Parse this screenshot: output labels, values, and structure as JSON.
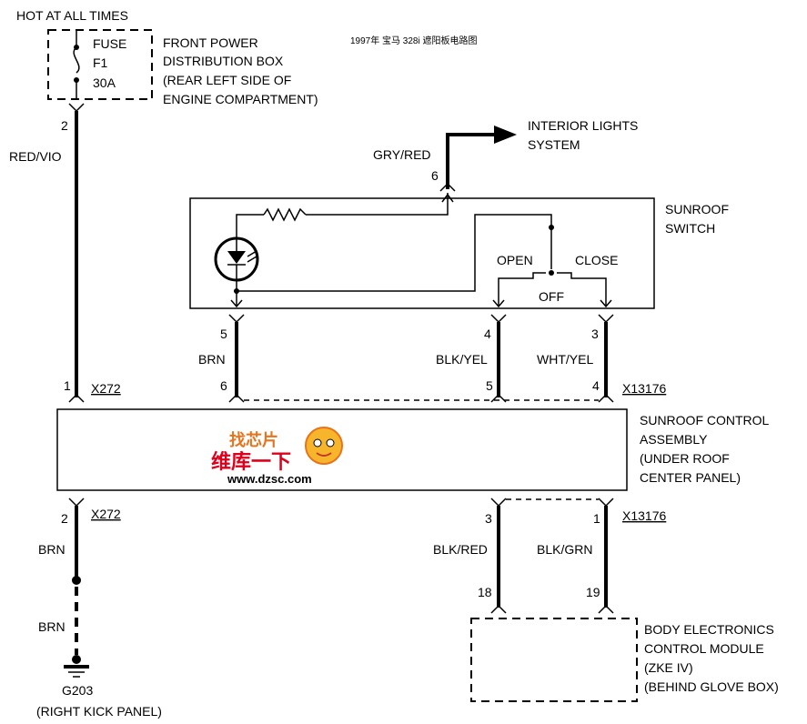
{
  "title": "1997年 宝马 328i 遮阳板电路图",
  "labels": {
    "hot_at_all_times": "HOT AT ALL TIMES",
    "fuse_line1": "FUSE",
    "fuse_line2": "F1",
    "fuse_line3": "30A",
    "front_power_1": "FRONT POWER",
    "front_power_2": "DISTRIBUTION BOX",
    "front_power_3": "(REAR LEFT SIDE OF",
    "front_power_4": "ENGINE COMPARTMENT)",
    "interior_1": "INTERIOR LIGHTS",
    "interior_2": "SYSTEM",
    "sunroof_switch_1": "SUNROOF",
    "sunroof_switch_2": "SWITCH",
    "open": "OPEN",
    "close": "CLOSE",
    "off": "OFF",
    "control_1": "SUNROOF CONTROL",
    "control_2": "ASSEMBLY",
    "control_3": "(UNDER ROOF",
    "control_4": "CENTER PANEL)",
    "bem_1": "BODY ELECTRONICS",
    "bem_2": "CONTROL MODULE",
    "bem_3": "(ZKE IV)",
    "bem_4": "(BEHIND GLOVE BOX)",
    "ground_1": "G203",
    "ground_2": "(RIGHT KICK PANEL)"
  },
  "wires": {
    "red_vio": "RED/VIO",
    "gry_red": "GRY/RED",
    "brn_top": "BRN",
    "blk_yel": "BLK/YEL",
    "wht_yel": "WHT/YEL",
    "brn_low1": "BRN",
    "brn_low2": "BRN",
    "blk_red": "BLK/RED",
    "blk_grn": "BLK/GRN"
  },
  "pins": {
    "fuse_out": "2",
    "switch_light": "6",
    "switch_brn": "5",
    "switch_blk_yel": "4",
    "switch_wht_yel": "3",
    "ctrl_top_1": "1",
    "ctrl_top_6": "6",
    "ctrl_top_5": "5",
    "ctrl_top_4": "4",
    "ctrl_bot_2": "2",
    "ctrl_bot_3": "3",
    "ctrl_bot_1": "1",
    "bem_18": "18",
    "bem_19": "19"
  },
  "connectors": {
    "x272_top": "X272",
    "x13176_top": "X13176",
    "x272_bot": "X272",
    "x13176_bot": "X13176"
  },
  "watermark": {
    "line1": "找芯片",
    "line2": "维库一下",
    "line3": "www.dzsc.com"
  },
  "colors": {
    "watermark_orange": "#e8731c",
    "watermark_red": "#e0001b"
  }
}
